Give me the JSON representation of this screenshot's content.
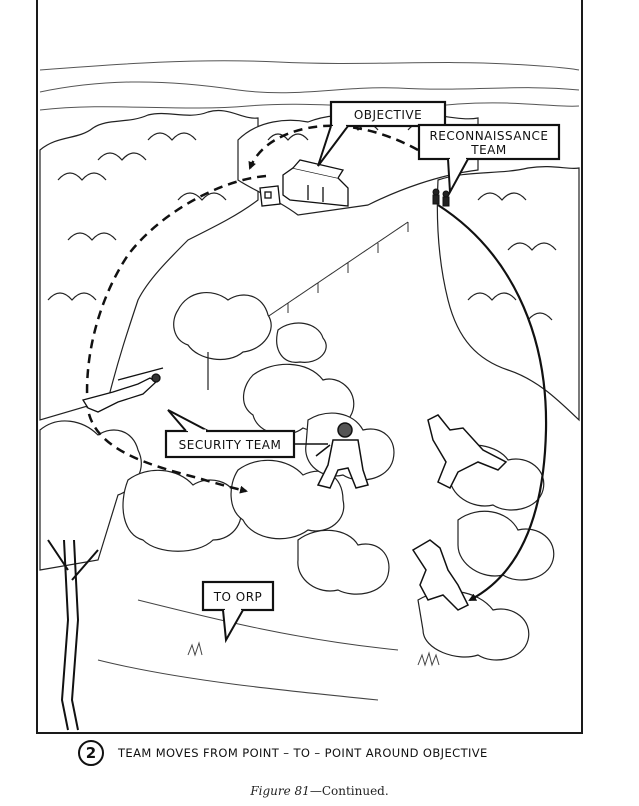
{
  "callouts": {
    "objective": "OBJECTIVE",
    "recon_line1": "RECONNAISSANCE",
    "recon_line2": "TEAM",
    "security": "SECURITY TEAM",
    "to_orp": "TO ORP"
  },
  "caption": {
    "step_number": "2",
    "text": "TEAM MOVES FROM POINT – TO – POINT AROUND OBJECTIVE"
  },
  "figure_label": {
    "prefix": "Figure 81",
    "suffix": "—Continued."
  }
}
